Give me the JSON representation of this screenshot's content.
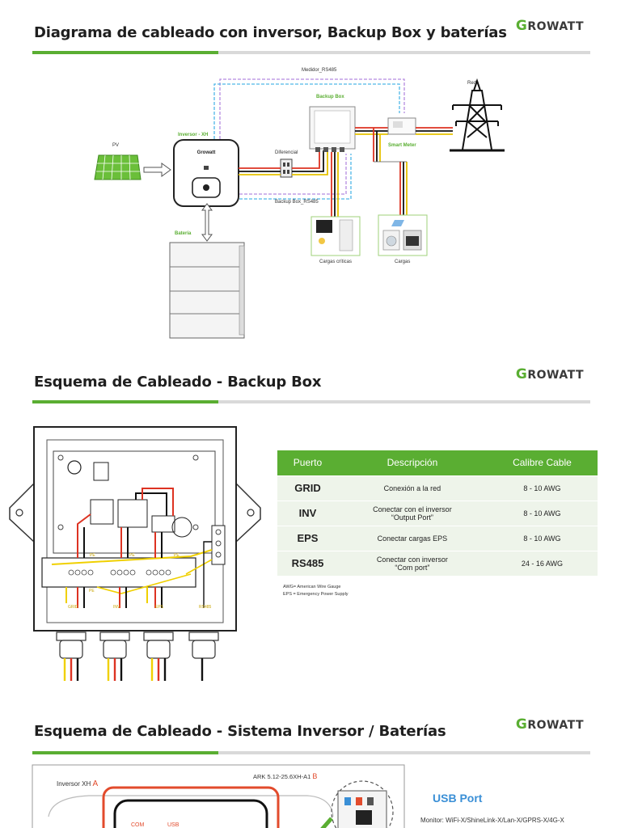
{
  "brand": {
    "logo_first": "G",
    "logo_rest": "ROWATT",
    "accent": "#5aae32",
    "gray_rule": "#d9d9d9"
  },
  "slide1": {
    "title": "Diagrama de cableado con inversor, Backup Box y baterías",
    "labels": {
      "medidor": "Medidor_RS485",
      "red": "Red",
      "backup_box": "Backup Box",
      "inversor": "Inversor - XH",
      "pv": "PV",
      "diferencial": "Diferencial",
      "smart_meter": "Smart Meter",
      "backup_rs485": "Backup Box_RS485",
      "bateria": "Batería",
      "cargas_criticas": "Cargas críticas",
      "cargas": "Cargas"
    }
  },
  "slide2": {
    "title": "Esquema de Cableado - Backup Box",
    "table": {
      "headers": [
        "Puerto",
        "Descripción",
        "Calibre Cable"
      ],
      "rows": [
        {
          "port": "GRID",
          "desc1": "Conexión a la red",
          "desc2": "",
          "gauge": "8 - 10 AWG"
        },
        {
          "port": "INV",
          "desc1": "Conectar con el inversor",
          "desc2": "“Output Port”",
          "gauge": "8 - 10 AWG"
        },
        {
          "port": "EPS",
          "desc1": "Conectar cargas EPS",
          "desc2": "",
          "gauge": "8 - 10 AWG"
        },
        {
          "port": "RS485",
          "desc1": "Conectar con inversor",
          "desc2": "“Com port”",
          "gauge": "24 - 16 AWG"
        }
      ]
    },
    "notes": [
      "AWG= American Wire Gauge",
      "EPS = Emergency Power Supply"
    ],
    "terminal_labels": [
      "PE",
      "PE",
      "PE",
      "PE",
      "GRID",
      "INV",
      "EPS",
      "RS485"
    ]
  },
  "slide3": {
    "title": "Esquema de Cableado - Sistema Inversor / Baterías",
    "inv_label": "Inversor XH",
    "mark_a": "A",
    "battery_label": "ARK 5.12-25.6XH-A1",
    "mark_b": "B",
    "com_label": "COM",
    "usb_label": "USB",
    "usb_title": "USB Port",
    "usb_text": "Monitor: WiFi-X/ShineLink-X/Lan-X/GPRS-X/4G-X"
  }
}
